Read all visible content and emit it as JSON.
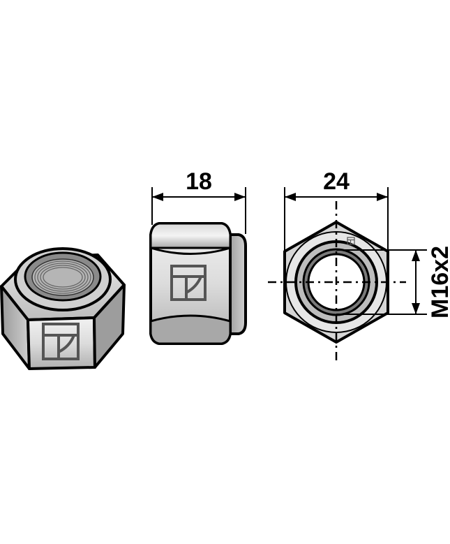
{
  "diagram": {
    "dimensions": {
      "length": "18",
      "width_across_flats": "24",
      "thread": "M16x2"
    },
    "colors": {
      "background": "#ffffff",
      "outline": "#000000",
      "metal_light": "#e6e6e6",
      "metal_mid": "#c4c4c4",
      "metal_dark": "#8e8e8e",
      "thread_dark": "#6a6a6a"
    },
    "views": [
      "perspective-view",
      "side-view",
      "front-view"
    ],
    "logo_icon": "brand-logo-icon"
  }
}
